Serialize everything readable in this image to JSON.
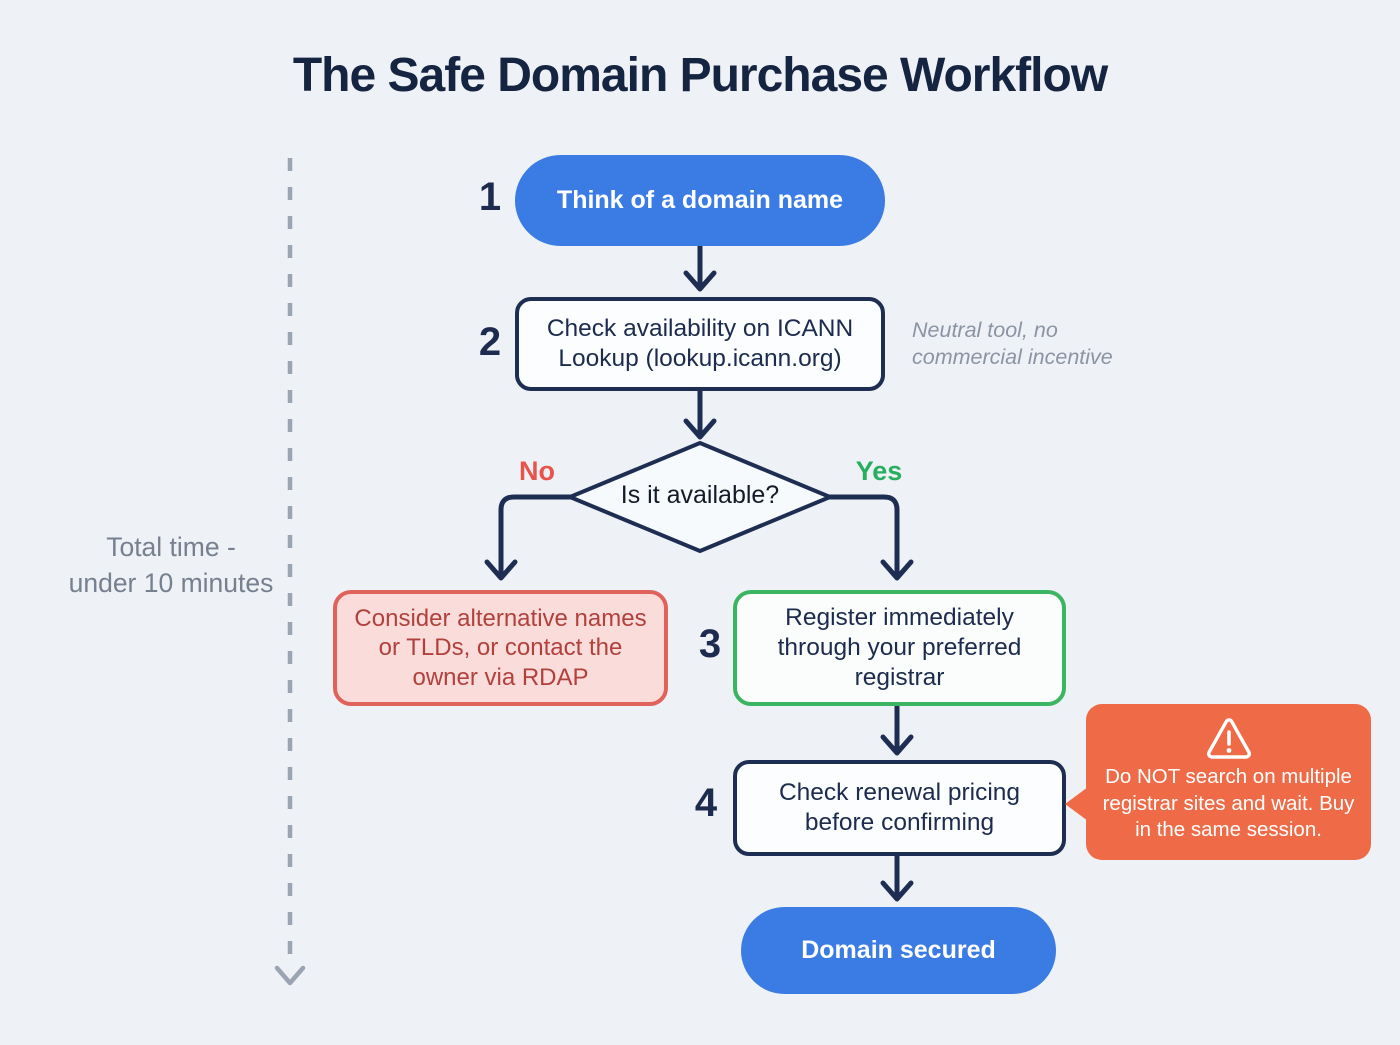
{
  "title": "The Safe Domain Purchase Workflow",
  "timeline": {
    "label": "Total time -\nunder 10 minutes"
  },
  "step1": {
    "number": "1",
    "label": "Think of a domain name"
  },
  "step2": {
    "number": "2",
    "label": "Check availability on ICANN Lookup (lookup.icann.org)",
    "note": "Neutral tool, no commercial incentive"
  },
  "decision": {
    "question": "Is it available?",
    "no": "No",
    "yes": "Yes"
  },
  "no_branch": {
    "label": "Consider alternative names or TLDs, or contact the owner via RDAP"
  },
  "step3": {
    "number": "3",
    "label": "Register immediately through your preferred registrar"
  },
  "step4": {
    "number": "4",
    "label": "Check renewal pricing before confirming"
  },
  "warning": {
    "icon": "warning-triangle-icon",
    "text": "Do NOT search on multiple registrar sites and wait. Buy in the same session."
  },
  "done": {
    "label": "Domain secured"
  },
  "colors": {
    "background": "#eef1f6",
    "navy": "#1e2e52",
    "accent_blue": "#3a7ce4",
    "green": "#3cb563",
    "yes_green": "#27ae5f",
    "red_border": "#e0635b",
    "red_bg": "#fadcdb",
    "red_text": "#b2413b",
    "no_red": "#e8544b",
    "orange": "#ef6b48",
    "note_gray": "#8b94a4"
  }
}
